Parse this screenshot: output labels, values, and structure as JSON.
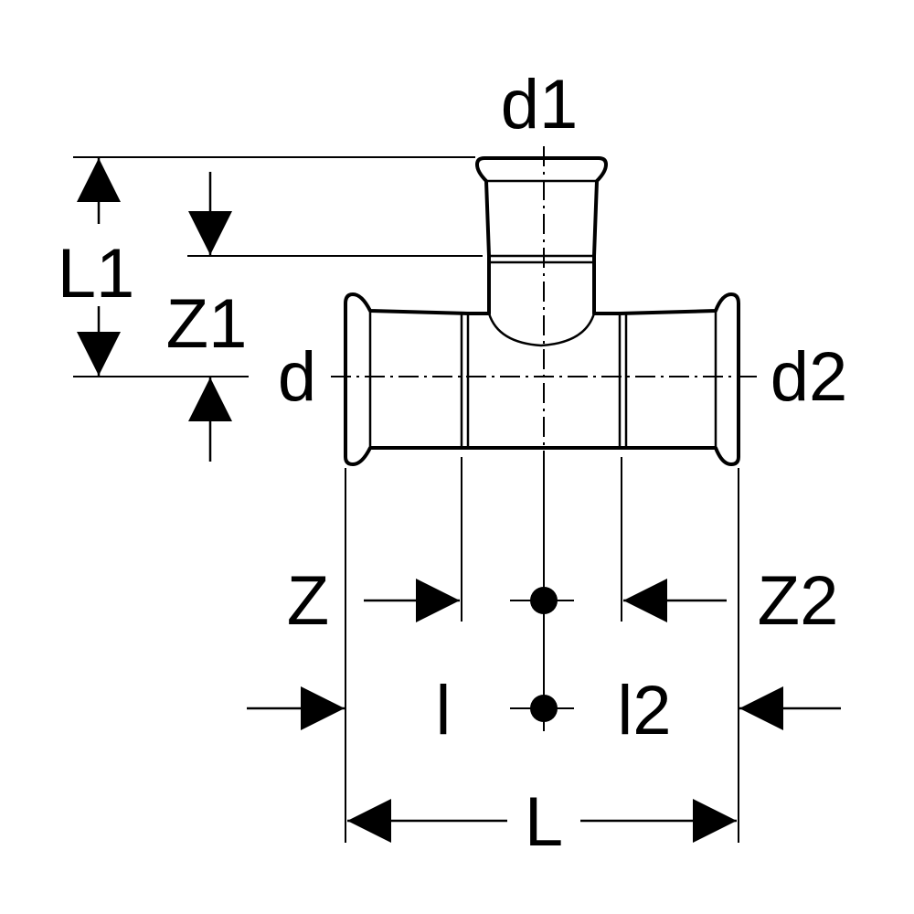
{
  "diagram": {
    "labels": {
      "d1": "d1",
      "L1": "L1",
      "Z1": "Z1",
      "d": "d",
      "d2": "d2",
      "Z": "Z",
      "Z2": "Z2",
      "l": "l",
      "l2": "l2",
      "L": "L"
    },
    "colors": {
      "line": "#000000",
      "background": "#ffffff"
    }
  }
}
